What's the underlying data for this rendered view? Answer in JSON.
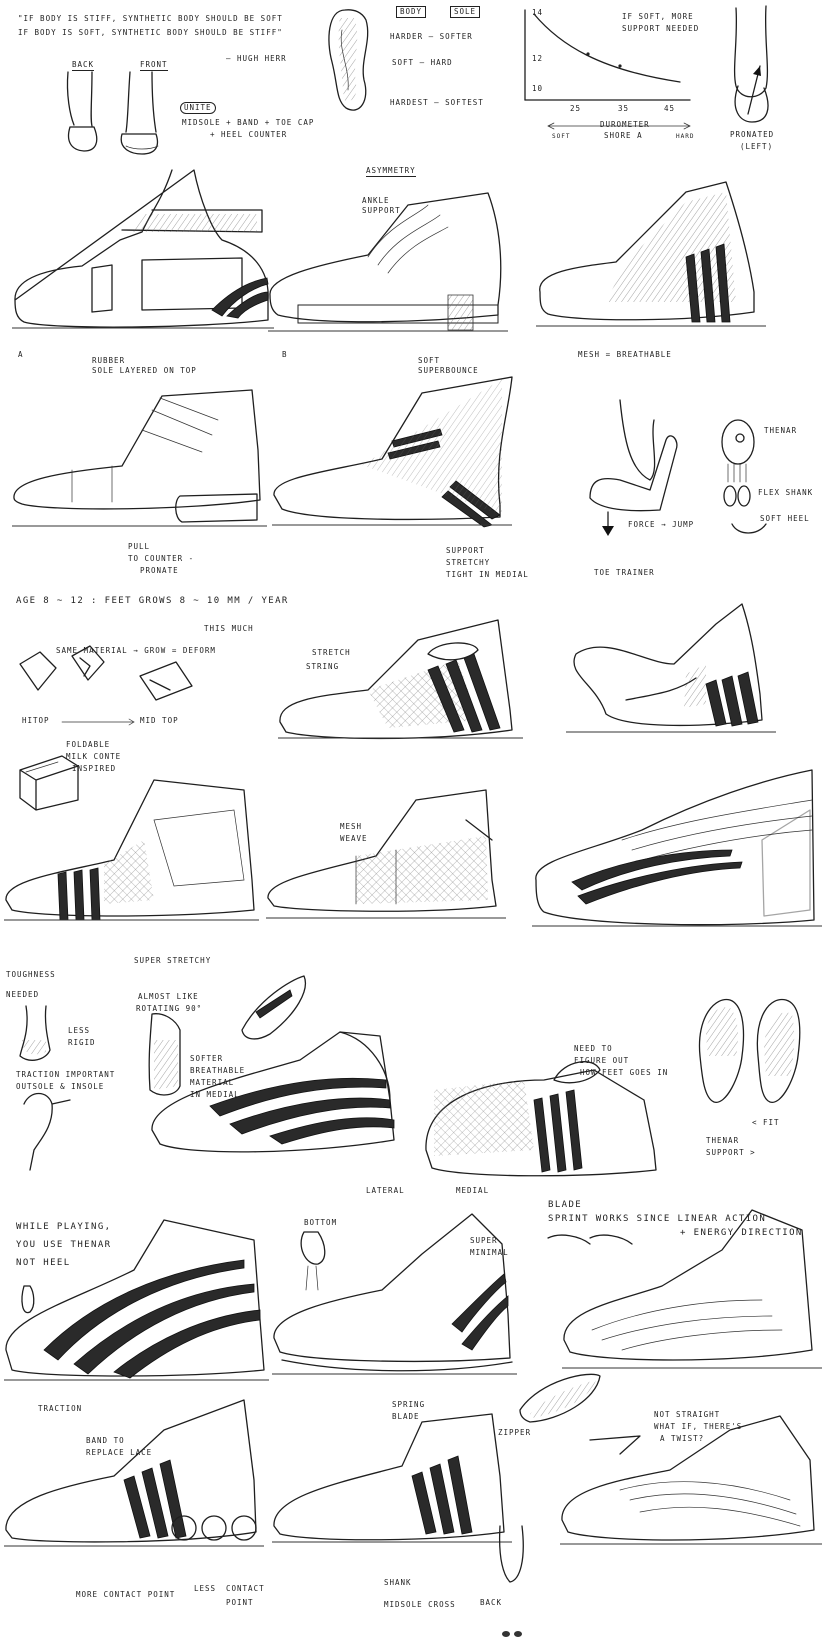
{
  "sheet": {
    "quote_line1": "\"If body is stiff, synthetic body should be soft",
    "quote_line2": "If body is soft, synthetic body should be stiff\"",
    "quote_author": "— Hugh Herr",
    "back_label": "Back",
    "front_label": "Front",
    "unite_label": "Unite",
    "unite_desc1": "Midsole + Band + Toe cap",
    "unite_desc2": "+ Heel counter",
    "body_label": "Body",
    "sole_label": "Sole",
    "harder_softer": "Harder — Softer",
    "soft_hard": "Soft — Hard",
    "hardest_softest": "Hardest — Softest",
    "graph_note1": "If soft, more",
    "graph_note2": "support needed",
    "graph_y_ticks": [
      "14",
      "12",
      "10"
    ],
    "graph_x_ticks": [
      "25",
      "35",
      "45"
    ],
    "graph_x_label1": "Durometer",
    "graph_x_label2": "Shore A",
    "graph_soft": "Soft",
    "graph_hard": "Hard",
    "pronated": "Pronated",
    "pronated_left": "(left)",
    "asymmetry": "Asymmetry",
    "ankle_support1": "Ankle",
    "ankle_support2": "support",
    "label_a": "A",
    "label_b": "B",
    "rubber_sole1": "Rubber",
    "rubber_sole2": "sole layered on top",
    "soft_superbounce1": "Soft",
    "soft_superbounce2": "Superbounce",
    "mesh_breathable": "Mesh = breathable",
    "pull_counter1": "Pull",
    "pull_counter2": "to counter -",
    "pull_counter3": "pronate",
    "support_stretchy1": "Support",
    "support_stretchy2": "Stretchy",
    "support_stretchy3": "Tight in medial",
    "force_jump": "Force → Jump",
    "thenar": "Thenar",
    "flex_shank": "Flex shank",
    "soft_heel": "Soft heel",
    "toe_trainer": "Toe trainer",
    "age_note": "Age 8 ~ 12 : Feet grows 8 ~ 10 mm / year",
    "this_much": "This much",
    "same_material": "Same material → grow = deform",
    "hitop": "Hitop",
    "midtop": "Mid top",
    "foldable1": "Foldable",
    "foldable2": "milk conte",
    "foldable3": "inspired",
    "stretch_string1": "Stretch",
    "stretch_string2": "string",
    "mesh_weave1": "Mesh",
    "mesh_weave2": "weave",
    "super_stretchy": "Super stretchy",
    "toughness1": "Toughness",
    "toughness2": "needed",
    "less_rigid1": "Less",
    "less_rigid2": "rigid",
    "traction1": "Traction  important",
    "traction2": "outsole & insole",
    "almost_rotating1": "Almost like",
    "almost_rotating2": "rotating 90°",
    "softer_breathable1": "Softer",
    "softer_breathable2": "breathable",
    "softer_breathable3": "material",
    "softer_breathable4": "in medial",
    "need_figure1": "Need to",
    "need_figure2": "figure out",
    "need_figure3": "how feet goes in",
    "lateral": "Lateral",
    "medial": "Medial",
    "fit": "< Fit",
    "thenar_support1": "Thenar",
    "thenar_support2": "support  >",
    "while_playing1": "While playing,",
    "while_playing2": "you use thenar",
    "while_playing3": "not heel",
    "traction": "Traction",
    "bottom": "Bottom",
    "super_minimal1": "Super",
    "super_minimal2": "minimal",
    "spring_blade1": "Spring",
    "spring_blade2": "blade",
    "blade_sprint1": "Blade",
    "blade_sprint2": "Sprint    works since linear action",
    "blade_sprint3": "+ energy direction",
    "band_replace1": "Band to",
    "band_replace2": "replace lace",
    "zipper": "Zipper",
    "not_straight1": "Not straight",
    "not_straight2": "what if, there's",
    "not_straight3": "a twist?",
    "more_contact": "More contact point",
    "less_contact1": "Less",
    "less_contact2": "contact",
    "less_contact3": "point",
    "shank": "Shank",
    "midsole_cross": "Midsole cross",
    "back": "Back"
  },
  "icons": [
    "shoe-sketch",
    "foot-sketch",
    "insole-sketch",
    "bird-sketch",
    "cube-sketch",
    "graph-curve",
    "arrow"
  ]
}
